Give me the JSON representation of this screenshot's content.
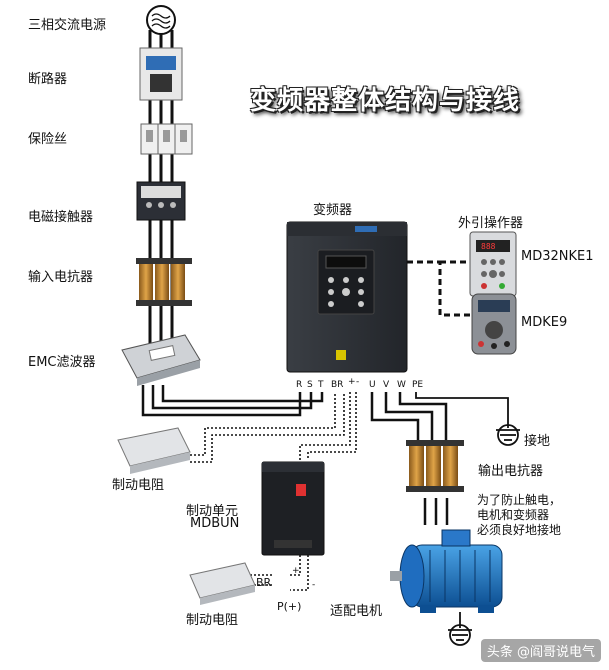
{
  "title": "变频器整体结构与接线",
  "labels": {
    "source": "三相交流电源",
    "breaker": "断路器",
    "fuse": "保险丝",
    "contactor": "电磁接触器",
    "input_reactor": "输入电抗器",
    "emc_filter": "EMC滤波器",
    "inverter": "变频器",
    "external_keypad": "外引操作器",
    "keypad1": "MD32NKE1",
    "keypad2": "MDKE9",
    "ground": "接地",
    "output_reactor": "输出电抗器",
    "brake_resistor": "制动电阻",
    "brake_unit": "制动单元",
    "brake_unit_model": "MDBUN",
    "motor": "适配电机"
  },
  "note": [
    "为了防止触电，",
    "电机和变频器",
    "必须良好地接地"
  ],
  "terminals": [
    "R",
    "S",
    "T",
    "BR",
    "+",
    "-",
    "U",
    "V",
    "W",
    "PE"
  ],
  "brake_terminals": {
    "br": "BR",
    "p": "P(+)",
    "plus": "+",
    "minus": "-"
  },
  "watermark": "头条 @阎哥说电气",
  "colors": {
    "motor": "#1f6dbf",
    "reactor_coil": "#e0a448",
    "inverter": "#2b2e33"
  }
}
